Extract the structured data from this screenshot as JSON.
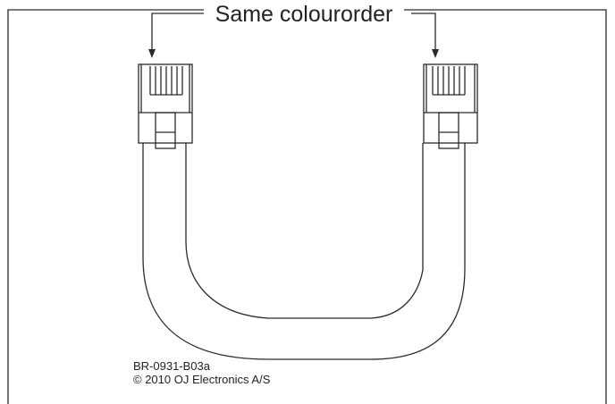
{
  "diagram": {
    "title": "Same colourorder",
    "drawing_code": "BR-0931-B03a",
    "copyright": "© 2010 OJ Electronics A/S"
  },
  "colors": {
    "line": "#2a2a2a",
    "background": "#ffffff"
  }
}
